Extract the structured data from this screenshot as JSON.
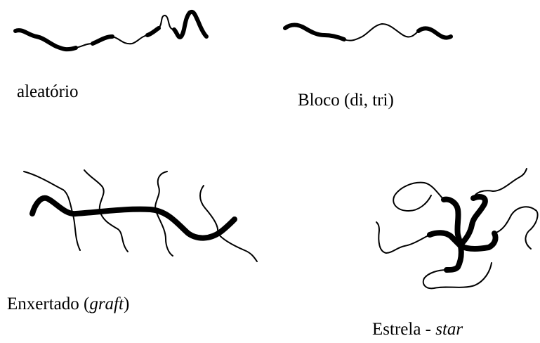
{
  "labels": {
    "random": "aleatório",
    "block": "Bloco (di, tri)",
    "graft_main": "Enxertado (",
    "graft_term": "graft",
    "graft_close": ")",
    "star_main": "Estrela - ",
    "star_term": "star"
  },
  "colors": {
    "ink": "#000000",
    "background": "#ffffff"
  }
}
